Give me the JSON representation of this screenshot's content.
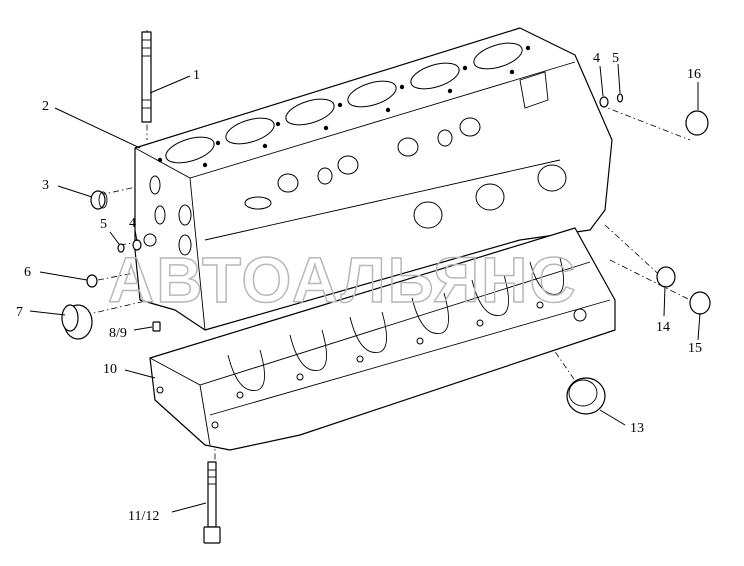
{
  "watermark": "АВТОАЛЬЯНС",
  "callouts": [
    {
      "id": "1",
      "label": "1"
    },
    {
      "id": "2",
      "label": "2"
    },
    {
      "id": "3",
      "label": "3"
    },
    {
      "id": "4a",
      "label": "4"
    },
    {
      "id": "5a",
      "label": "5"
    },
    {
      "id": "6",
      "label": "6"
    },
    {
      "id": "7",
      "label": "7"
    },
    {
      "id": "89",
      "label": "8/9"
    },
    {
      "id": "10",
      "label": "10"
    },
    {
      "id": "1112",
      "label": "11/12"
    },
    {
      "id": "13",
      "label": "13"
    },
    {
      "id": "14",
      "label": "14"
    },
    {
      "id": "15",
      "label": "15"
    },
    {
      "id": "16",
      "label": "16"
    },
    {
      "id": "4b",
      "label": "4"
    },
    {
      "id": "5b",
      "label": "5"
    }
  ]
}
